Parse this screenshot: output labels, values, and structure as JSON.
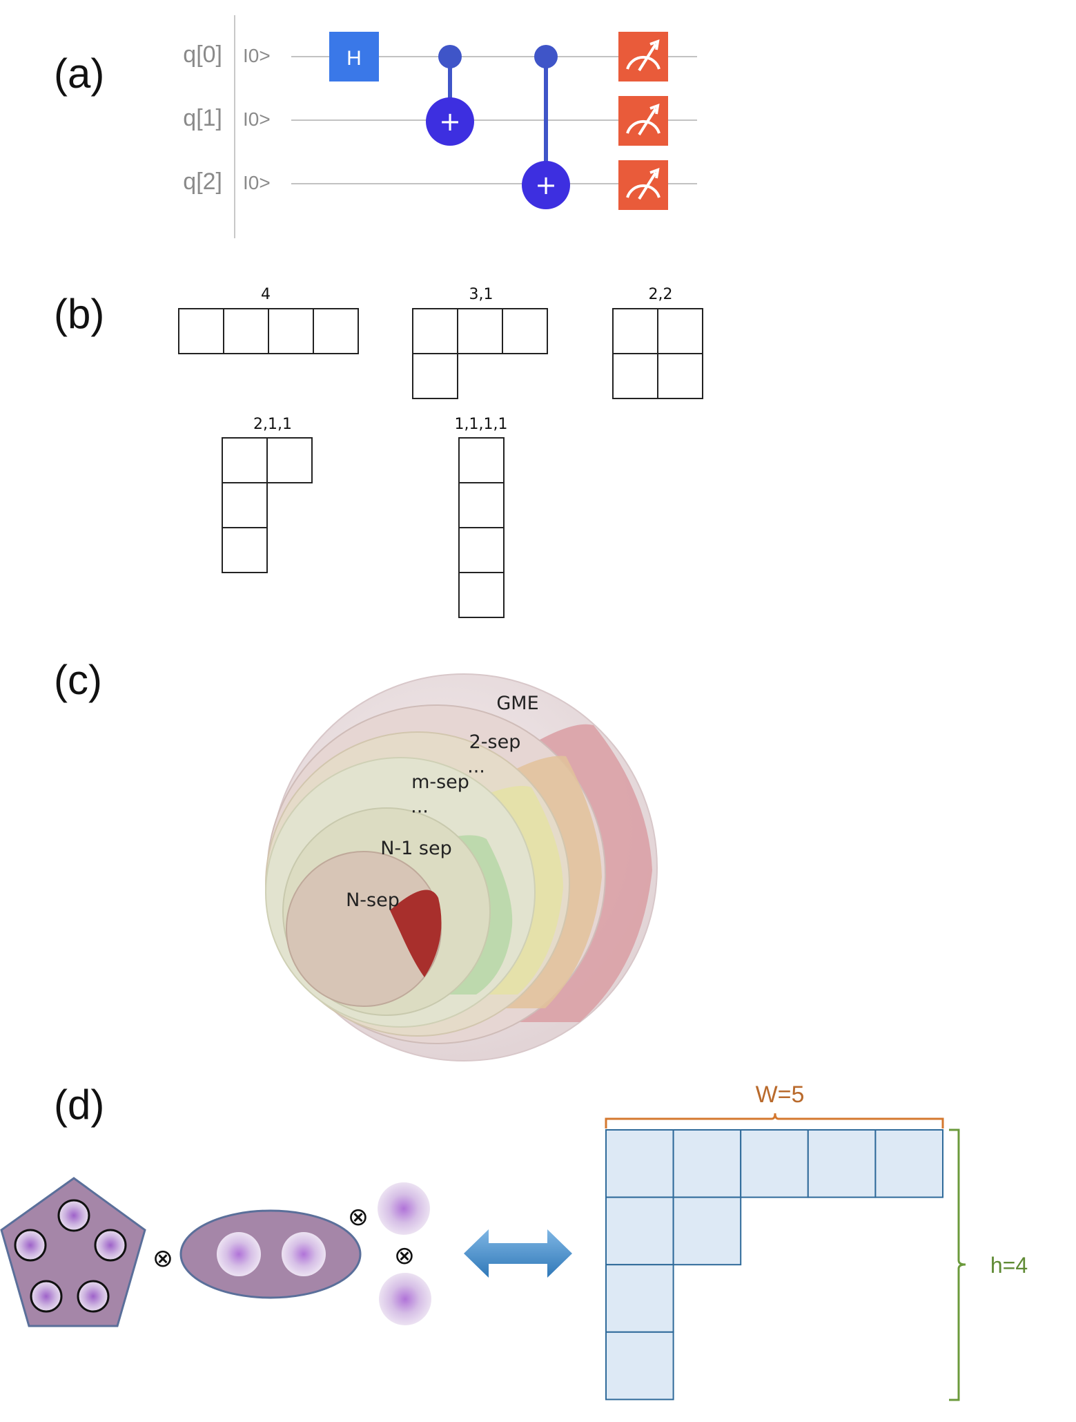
{
  "panels": {
    "a": "(a)",
    "b": "(b)",
    "c": "(c)",
    "d": "(d)"
  },
  "circuit": {
    "qubits": [
      {
        "name": "q[0]",
        "state": "I0>"
      },
      {
        "name": "q[1]",
        "state": "I0>"
      },
      {
        "name": "q[2]",
        "state": "I0>"
      }
    ],
    "gates": {
      "hadamard": "H",
      "cnot_target": "+"
    },
    "colors": {
      "hadamard": "#3a78e8",
      "cnot": "#3d2fe0",
      "control": "#3f55c8",
      "measure": "#e95b3a"
    }
  },
  "young_diagrams": [
    {
      "label": "4",
      "rows": [
        4
      ]
    },
    {
      "label": "3,1",
      "rows": [
        3,
        1
      ]
    },
    {
      "label": "2,2",
      "rows": [
        2,
        2
      ]
    },
    {
      "label": "2,1,1",
      "rows": [
        2,
        1,
        1
      ]
    },
    {
      "label": "1,1,1,1",
      "rows": [
        1,
        1,
        1,
        1
      ]
    }
  ],
  "separability": {
    "labels": [
      "GME",
      "2-sep",
      "m-sep",
      "···",
      "···",
      "N-1 sep",
      "N-sep"
    ]
  },
  "partition": {
    "tensor_symbol": "⊗",
    "width_label": "W=5",
    "height_label": "h=4",
    "rows": [
      5,
      2,
      1,
      1
    ],
    "colors": {
      "group_fill": "#a586a8",
      "group_stroke": "#5a6f9a",
      "cell_fill": "#dde9f5",
      "cell_stroke": "#2f6a9a",
      "width_brace": "#d4782f",
      "height_brace": "#6b9a3c",
      "arrow": "#4a90c8"
    }
  }
}
